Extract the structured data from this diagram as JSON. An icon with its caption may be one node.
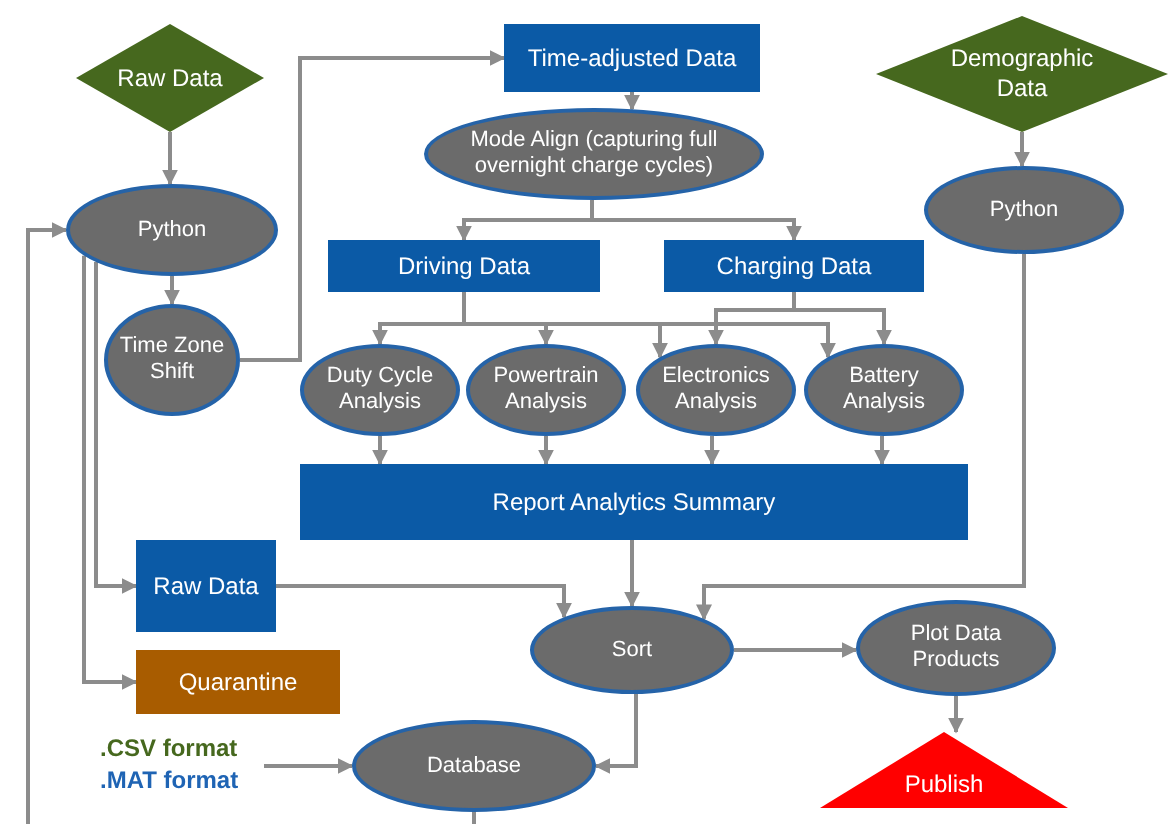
{
  "diagram": {
    "nodes": [
      {
        "text": [
          "Raw Data"
        ]
      },
      {
        "text": [
          "Time-adjusted Data"
        ]
      },
      {
        "text": [
          "Demographic Data"
        ]
      },
      {
        "text": [
          "Python"
        ]
      },
      {
        "text": [
          "Mode Align (capturing full overnight charge cycles)"
        ]
      },
      {
        "text": [
          "Python"
        ]
      },
      {
        "text": [
          "Driving Data"
        ]
      },
      {
        "text": [
          "Charging Data"
        ]
      },
      {
        "text": [
          "Time Zone Shift"
        ]
      },
      {
        "text": [
          "Duty Cycle Analysis"
        ]
      },
      {
        "text": [
          "Powertrain Analysis"
        ]
      },
      {
        "text": [
          "Electronics Analysis"
        ]
      },
      {
        "text": [
          "Battery Analysis"
        ]
      },
      {
        "text": [
          "Report Analytics Summary"
        ]
      },
      {
        "text": [
          "Raw Data"
        ]
      },
      {
        "text": [
          "Sort"
        ]
      },
      {
        "text": [
          "Plot Data Products"
        ]
      },
      {
        "text": [
          "Quarantine"
        ]
      },
      {
        "text": [
          ".CSV format",
          ".MAT format"
        ]
      },
      {
        "text": [
          "Database"
        ]
      },
      {
        "text": [
          "Publish"
        ]
      }
    ],
    "edges": [
      {
        "from": 0,
        "to": 3,
        "arrow": "to"
      },
      {
        "from": 3,
        "to": 8,
        "arrow": "to"
      },
      {
        "from": 8,
        "to": 1,
        "arrow": "to"
      },
      {
        "from": 1,
        "to": 4,
        "arrow": "to"
      },
      {
        "from": 4,
        "to": 6,
        "arrow": "to"
      },
      {
        "from": 4,
        "to": 7,
        "arrow": "to"
      },
      {
        "from": 6,
        "to": 9,
        "arrow": "to"
      },
      {
        "from": 6,
        "to": 10,
        "arrow": "to"
      },
      {
        "from": 6,
        "to": 11,
        "arrow": "to"
      },
      {
        "from": 6,
        "to": 12,
        "arrow": "to"
      },
      {
        "from": 7,
        "to": 11,
        "arrow": "to"
      },
      {
        "from": 7,
        "to": 12,
        "arrow": "to"
      },
      {
        "from": 9,
        "to": 13,
        "arrow": "to"
      },
      {
        "from": 10,
        "to": 13,
        "arrow": "to"
      },
      {
        "from": 11,
        "to": 13,
        "arrow": "to"
      },
      {
        "from": 12,
        "to": 13,
        "arrow": "to"
      },
      {
        "from": 13,
        "to": 15,
        "arrow": "to"
      },
      {
        "from": 2,
        "to": 5,
        "arrow": "to"
      },
      {
        "from": 5,
        "to": 15,
        "arrow": "to"
      },
      {
        "from": 3,
        "to": 14,
        "arrow": "to"
      },
      {
        "from": 3,
        "to": 17,
        "arrow": "to"
      },
      {
        "from": 14,
        "to": 15,
        "arrow": "to"
      },
      {
        "from": 15,
        "to": 16,
        "arrow": "to"
      },
      {
        "from": 16,
        "to": 20,
        "arrow": "to"
      },
      {
        "from": 15,
        "to": 19,
        "arrow": "to"
      },
      {
        "from": 18,
        "to": 19,
        "arrow": "to"
      },
      {
        "from": null,
        "to": 3,
        "arrow": "to"
      },
      {
        "from": 19,
        "to": null,
        "arrow": "none"
      }
    ]
  }
}
